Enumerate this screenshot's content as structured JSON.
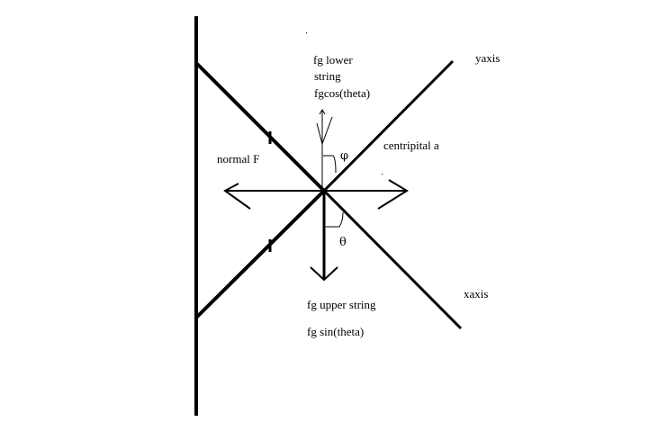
{
  "labels": {
    "fg_lower_line1": "fg lower",
    "fg_lower_line2": "string",
    "fg_lower_line3": "fgcos(theta)",
    "yaxis": "yaxis",
    "centripetal": "centripital a",
    "normal": "normal F",
    "xaxis": "xaxis",
    "fg_upper": "fg upper string",
    "fg_sin": "fg sin(theta)",
    "phi_symbol": "φ",
    "theta_symbol": "θ"
  }
}
